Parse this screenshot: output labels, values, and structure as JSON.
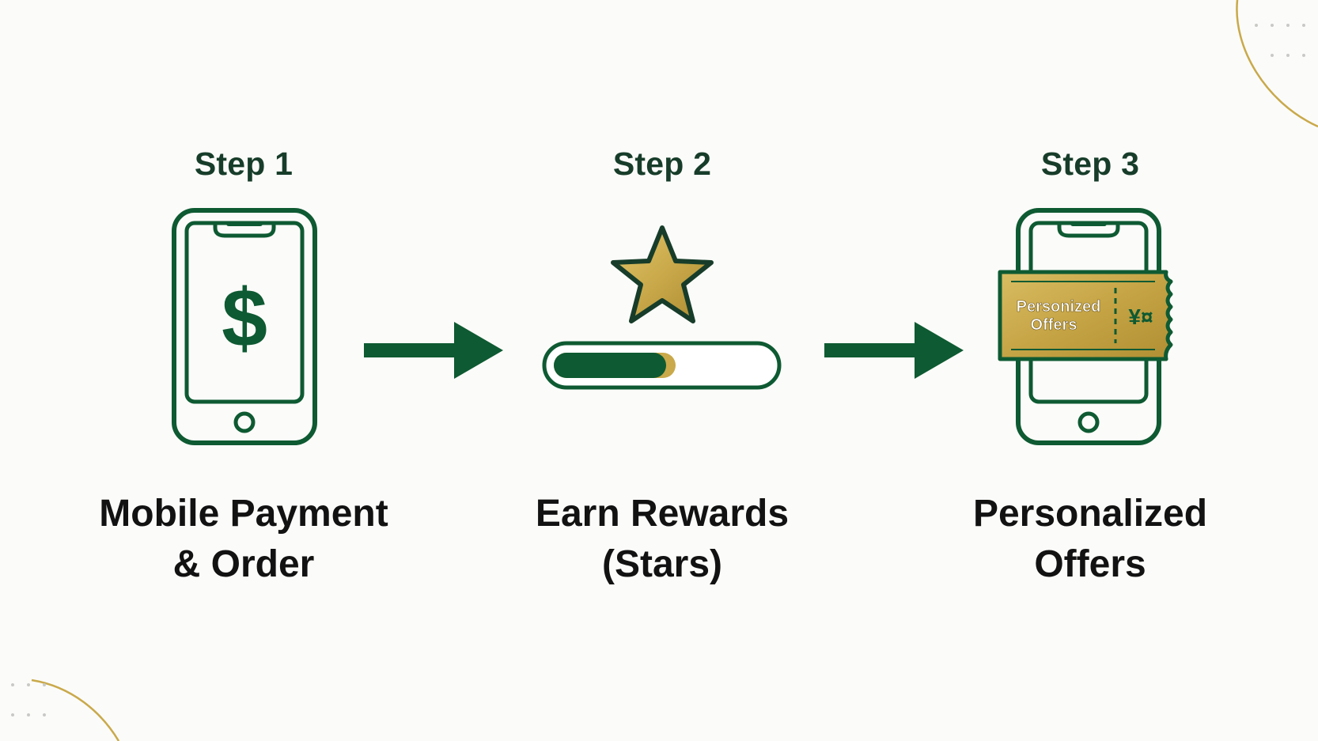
{
  "colors": {
    "green": "#0e5a32",
    "gold": "#c9a94a",
    "background": "#fbfbf9"
  },
  "steps": [
    {
      "title": "Step 1",
      "label_lines": [
        "Mobile Payment",
        "& Order"
      ],
      "icon": "phone-dollar-icon",
      "icon_text": "$"
    },
    {
      "title": "Step 2",
      "label_lines": [
        "Earn Rewards",
        "(Stars)"
      ],
      "icon": "star-progress-icon",
      "progress_fraction": 0.52
    },
    {
      "title": "Step 3",
      "label_lines": [
        "Personalized",
        "Offers"
      ],
      "icon": "phone-coupon-icon",
      "coupon_text_lines": [
        "Personized",
        "Offers"
      ],
      "coupon_symbol": "¥¤"
    }
  ],
  "arrows": [
    "arrow-right-icon",
    "arrow-right-icon"
  ]
}
